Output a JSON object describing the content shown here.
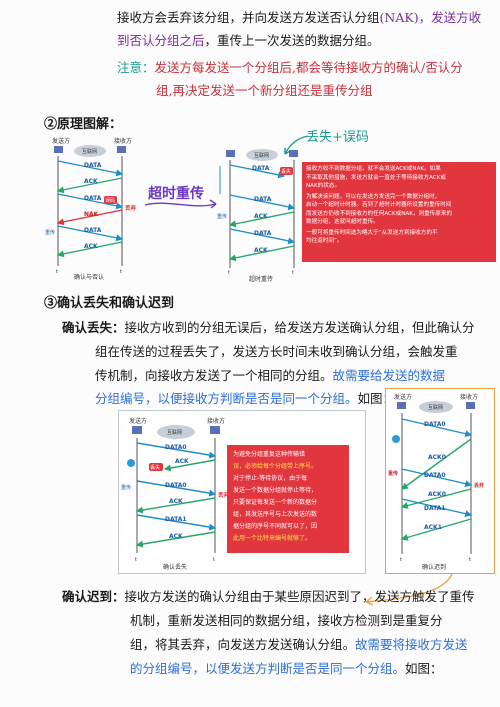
{
  "intro": {
    "line1_a": "接收方会丢弃该分组，并向发送方发送否认分组",
    "line1_b": "(NAK)",
    "line1_c": "发送方收",
    "line2_a": "到否认分组之后",
    "line2_b": "重传上一次发送的数据分组。"
  },
  "note": {
    "prefix": "注意：",
    "line1": "发送方每发送一个分组后,都会等待接收方的确认/否认分",
    "line2": "组,再决定发送一个新分组还是重传分组"
  },
  "section2": {
    "title": "②原理图解："
  },
  "annotation_lost": "丢失+误码",
  "annotation_timeout": "超时重传",
  "fig1": {
    "sender": "发送方",
    "receiver": "接收方",
    "net": "互联网",
    "msgs": [
      "DATA",
      "ACK",
      "DATA",
      "NAK",
      "DATA",
      "ACK"
    ],
    "err_badge": "误码",
    "drop": "丢弃",
    "resend": "重传",
    "caption": "确认与否认",
    "t": "t"
  },
  "fig2": {
    "net": "互联网",
    "lost_badge": "丢失",
    "msgs": [
      "DATA",
      "DATA",
      "ACK",
      "DATA",
      "ACK"
    ],
    "resend": "重传",
    "caption": "超时重传",
    "t": "t",
    "callout_lines": [
      "接收方收不到数据分组，就不会发送ACK或NAK。如果",
      "不采取其他措施，发送方就会一直处于等待接收方ACK或",
      "NAK的状态。",
      "为解决该问题，可以在发送方发送完一个数据分组时，",
      "启动一个超时计时器。若到了超时计时器所设置的重传时间",
      "而发送方仍收不到接收方的任何ACK或NAK，则重传原来的",
      "数据分组，这就叫超时重传。",
      "一般可将重传时间选为略大于“从发送方到接收方的平",
      "均往返时间”。"
    ]
  },
  "section3": {
    "title": "③确认丢失和确认迟到"
  },
  "ack_lost": {
    "lead": "确认丢失：",
    "line1": "接收方收到的分组无误后，给发送方发送确认分组，但此确认分",
    "line2": "组在传送的过程丢失了，发送方长时间未收到确认分组，会触发重",
    "line3": "传机制，向接收方发送了一个相同的分组。",
    "line3_blue": "故需要给发送的数据",
    "line4_blue": "分组编号，以便接收方判断是否是同一个分组。",
    "line4_end": "如图："
  },
  "fig3": {
    "sender": "发送方",
    "receiver": "接收方",
    "net": "互联网",
    "msgs": [
      "DATA0",
      "ACK",
      "DATA0",
      "ACK",
      "DATA1",
      "ACK"
    ],
    "lost_badge": "丢失",
    "drop": "丢弃",
    "resend": "重传",
    "caption": "确认丢失",
    "t": "t",
    "callout_lines": [
      "为避免分组重复这种传输错",
      "误，必须给每个分组带上序号。",
      "对于停止-等待协议，由于每",
      "发送一个数据分组就停止等待，",
      "只要保证每发送一个新的数据分",
      "组，其发送序号与上次发送的数",
      "据分组的序号不同就可以了，因",
      "此用一个比特来编号就够了。"
    ]
  },
  "fig4": {
    "sender": "发送方",
    "receiver": "接收方",
    "net": "互联网",
    "msgs": [
      "DATA0",
      "ACK0",
      "DATA0",
      "ACK0",
      "DATA1",
      "ACK1"
    ],
    "resend": "重传",
    "drop": "丢弃",
    "caption": "确认迟到",
    "t": "t"
  },
  "ack_late": {
    "lead": "确认迟到：",
    "line1": "接收方发送的确认分组由于某些原因迟到了，发送方触发了重传",
    "line2": "机制，重新发送相同的数据分组，接收方检测到是重复分",
    "line3": "组，将其丢弃，向发送方发送确认分组。",
    "line3_blue": "故需要将接收方发送",
    "line4_blue": "的分组编号，以便发送方判断是否是同一个分组。",
    "line4_end": "如图："
  },
  "colors": {
    "purple": "#7a2c9c",
    "blue": "#2d6fd6",
    "red": "#c9303a",
    "teal": "#1b9b8e",
    "orange": "#f0a040",
    "data_arrow": "#1e8ec9"
  }
}
